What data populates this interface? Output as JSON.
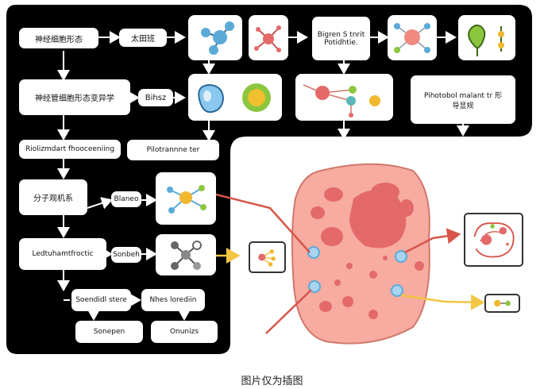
{
  "labels": {
    "n1": "神经细胞形态",
    "n2": "太田班",
    "n3": "Bigren S tnrit\nPotidhtie.",
    "n4": "神经管细胞形态变异学",
    "n5": "Bihsz",
    "n6": "Pihotobol malant tr 形\n导显规",
    "n7": "Riolizmdart fhooceeniing",
    "n8": "Pilotrannne ter",
    "n9": "分子观机系",
    "n10": "Blaneo",
    "n11": "Ledtuhamtfroctic",
    "n12": "Sonbeh",
    "n13": "Soendidl stere",
    "n14": "Nhes lorediin",
    "n15": "Sonepen",
    "n16": "Onunizs"
  },
  "caption": "图片仅为插图",
  "colors": {
    "panel": "#000000",
    "cell": "#f7aba1",
    "cell_spots": "#e46a6a",
    "arrow_red": "#d7554a",
    "arrow_yellow": "#f2c542",
    "node_blue": "#5aaad8",
    "node_green": "#8cc63f",
    "node_yellow": "#f0b82e"
  }
}
